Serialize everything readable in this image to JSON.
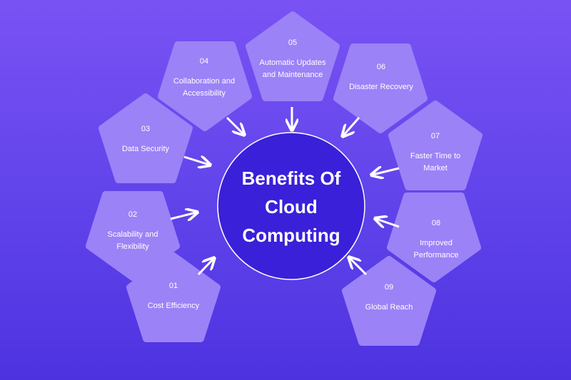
{
  "center": {
    "title_line1": "Benefits Of",
    "title_line2": "Cloud",
    "title_line3": "Computing"
  },
  "benefits": [
    {
      "number": "01",
      "label_line1": "Cost Efficiency",
      "label_line2": ""
    },
    {
      "number": "02",
      "label_line1": "Scalability and",
      "label_line2": "Flexibility"
    },
    {
      "number": "03",
      "label_line1": "Data Security",
      "label_line2": ""
    },
    {
      "number": "04",
      "label_line1": "Collaboration and",
      "label_line2": "Accessibility"
    },
    {
      "number": "05",
      "label_line1": "Automatic Updates",
      "label_line2": "and Maintenance"
    },
    {
      "number": "06",
      "label_line1": "Disaster Recovery",
      "label_line2": ""
    },
    {
      "number": "07",
      "label_line1": "Faster Time to",
      "label_line2": "Market"
    },
    {
      "number": "08",
      "label_line1": "Improved",
      "label_line2": "Performance"
    },
    {
      "number": "09",
      "label_line1": "Global Reach",
      "label_line2": ""
    }
  ],
  "colors": {
    "background_top": "#7a52f4",
    "background_bottom": "#4d33e0",
    "pentagon_fill": "#9b82f7",
    "center_fill": "#3a20d8",
    "center_border": "#ffffff",
    "arrow": "#ffffff"
  }
}
